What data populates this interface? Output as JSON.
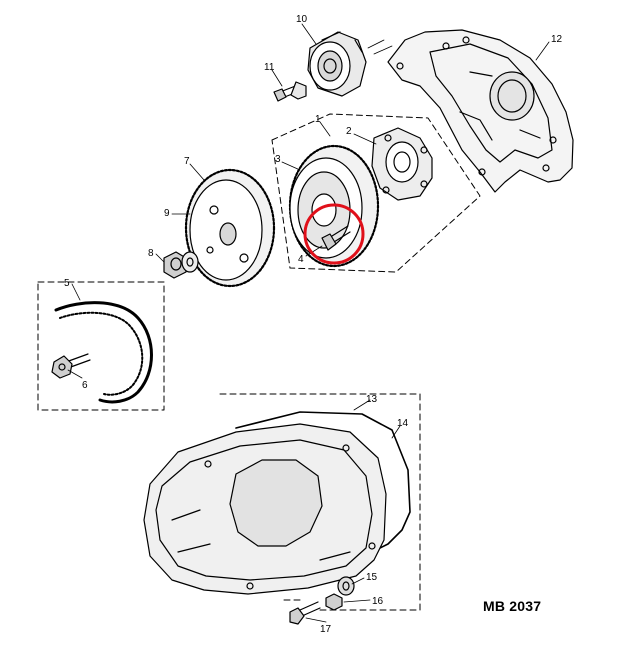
{
  "diagram": {
    "reference_code": "MB 2037",
    "callouts": {
      "c1": "1",
      "c2": "2",
      "c3": "3",
      "c4": "4",
      "c5": "5",
      "c6": "6",
      "c7": "7",
      "c8": "8",
      "c9": "9",
      "c10": "10",
      "c11": "11",
      "c12": "12",
      "c13": "13",
      "c14": "14",
      "c15": "15",
      "c16": "16",
      "c17": "17"
    },
    "highlight_color": "#e0101a"
  }
}
